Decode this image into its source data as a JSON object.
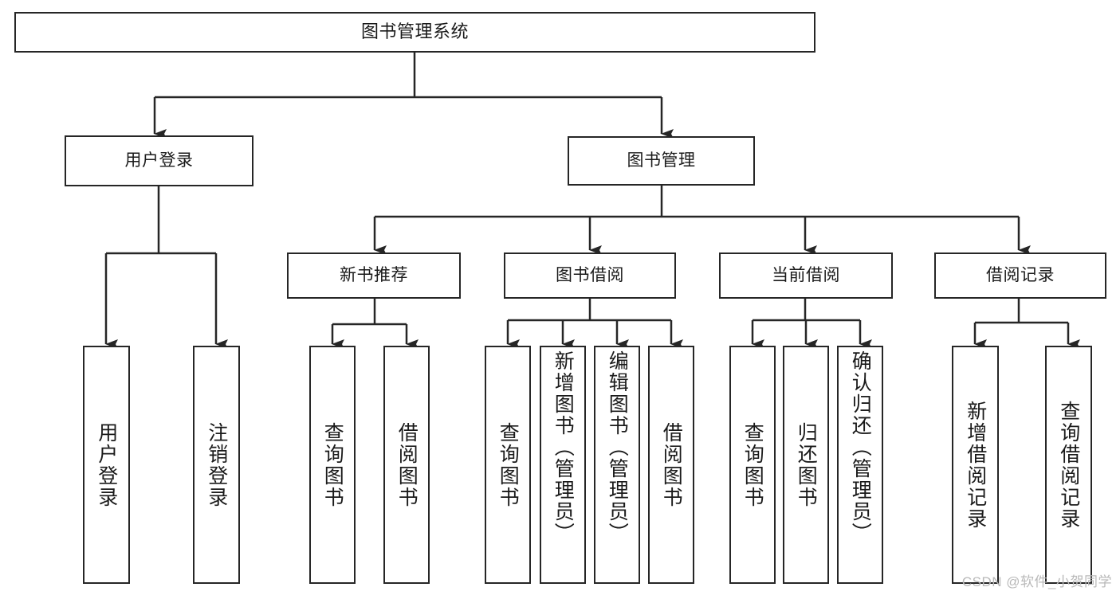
{
  "diagram": {
    "title": "图书管理系统",
    "type": "tree-hierarchy",
    "watermark": "CSDN @软件_小贺同学",
    "colors": {
      "stroke": "#262626",
      "fill": "#ffffff",
      "text": "#1a1a1a",
      "watermark": "#b9b9b9"
    },
    "nodes": {
      "root": {
        "label": "图书管理系统"
      },
      "level1": [
        {
          "id": "user-login",
          "label": "用户登录"
        },
        {
          "id": "book-manage",
          "label": "图书管理"
        }
      ],
      "level2": [
        {
          "id": "new-book-recommend",
          "label": "新书推荐"
        },
        {
          "id": "book-borrow",
          "label": "图书借阅"
        },
        {
          "id": "current-borrow",
          "label": "当前借阅"
        },
        {
          "id": "borrow-record",
          "label": "借阅记录"
        }
      ],
      "leaves": {
        "user_login": [
          {
            "id": "leaf-user-login",
            "label": "用户登录"
          },
          {
            "id": "leaf-logout-login",
            "label": "注销登录"
          }
        ],
        "new_book_recommend": [
          {
            "id": "leaf-query-book-1",
            "label": "查询图书"
          },
          {
            "id": "leaf-borrow-book-1",
            "label": "借阅图书"
          }
        ],
        "book_borrow": [
          {
            "id": "leaf-query-book-2",
            "label": "查询图书"
          },
          {
            "id": "leaf-add-book-admin",
            "label": "新增图书（管理员）"
          },
          {
            "id": "leaf-edit-book-admin",
            "label": "编辑图书（管理员）"
          },
          {
            "id": "leaf-borrow-book-2",
            "label": "借阅图书"
          }
        ],
        "current_borrow": [
          {
            "id": "leaf-query-book-3",
            "label": "查询图书"
          },
          {
            "id": "leaf-return-book",
            "label": "归还图书"
          },
          {
            "id": "leaf-confirm-return-admin",
            "label": "确认归还（管理员）"
          }
        ],
        "borrow_record": [
          {
            "id": "leaf-add-borrow-record",
            "label": "新增借阅记录"
          },
          {
            "id": "leaf-query-borrow-record",
            "label": "查询借阅记录"
          }
        ]
      }
    }
  }
}
